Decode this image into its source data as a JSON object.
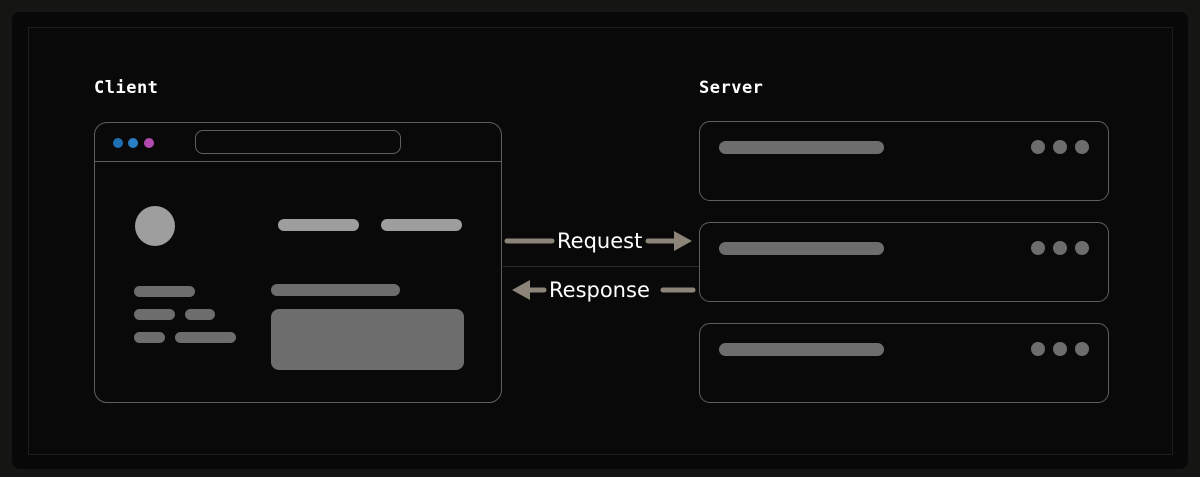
{
  "client": {
    "title": "Client"
  },
  "server": {
    "title": "Server",
    "cards": [
      {
        "dots": 3
      },
      {
        "dots": 3
      },
      {
        "dots": 3
      }
    ]
  },
  "flow": {
    "request_label": "Request",
    "response_label": "Response"
  },
  "colors": {
    "background": "#080808",
    "outline": "#5f5f5f",
    "pill_light": "#9e9e9e",
    "pill_mid": "#6d6d6d",
    "arrow": "#8c8478",
    "dot_blue": "#1f6fb3",
    "dot_blue2": "#2a7ec4",
    "dot_purple": "#b34ab0"
  }
}
